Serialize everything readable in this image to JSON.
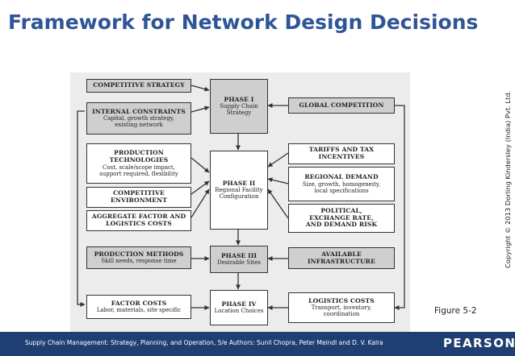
{
  "slide": {
    "title": "Framework for Network Design Decisions",
    "figure_caption": "Figure 5-2",
    "copyright": "Copyright © 2013 Dorling Kindersley (India) Pvt. Ltd.",
    "footer_text": "Supply Chain Management: Strategy, Planning, and Operation, 5/e Authors: Sunil Chopra, Peter Meindl and D. V. Kalra",
    "brand": "PEARSON"
  },
  "diagram": {
    "left_column": {
      "competitive_strategy": {
        "title": "COMPETITIVE STRATEGY"
      },
      "internal_constraints": {
        "title": "INTERNAL CONSTRAINTS",
        "sub1": "Capital, growth strategy,",
        "sub2": "existing network"
      },
      "production_technologies": {
        "title1": "PRODUCTION",
        "title2": "TECHNOLOGIES",
        "sub1": "Cost, scale/scope impact,",
        "sub2": "support required, flexibility"
      },
      "competitive_environment": {
        "title1": "COMPETITIVE",
        "title2": "ENVIRONMENT"
      },
      "aggregate_factor": {
        "title1": "AGGREGATE FACTOR AND",
        "title2": "LOGISTICS COSTS"
      },
      "production_methods": {
        "title": "PRODUCTION METHODS",
        "sub": "Skill needs, response time"
      },
      "factor_costs": {
        "title": "FACTOR COSTS",
        "sub": "Labor, materials, site specific"
      }
    },
    "phases": {
      "phase1": {
        "title": "PHASE I",
        "sub1": "Supply Chain",
        "sub2": "Strategy"
      },
      "phase2": {
        "title": "PHASE II",
        "sub1": "Regional Facility",
        "sub2": "Configuration"
      },
      "phase3": {
        "title": "PHASE III",
        "sub": "Desirable Sites"
      },
      "phase4": {
        "title": "PHASE IV",
        "sub": "Location Choices"
      }
    },
    "right_column": {
      "global_competition": {
        "title": "GLOBAL COMPETITION"
      },
      "tariffs": {
        "title1": "TARIFFS AND TAX",
        "title2": "INCENTIVES"
      },
      "regional_demand": {
        "title": "REGIONAL DEMAND",
        "sub1": "Size, growth, homogeneity,",
        "sub2": "local specifications"
      },
      "political": {
        "title1": "POLITICAL,",
        "title2": "EXCHANGE RATE,",
        "title3": "AND DEMAND RISK"
      },
      "available_infrastructure": {
        "title1": "AVAILABLE",
        "title2": "INFRASTRUCTURE"
      },
      "logistics_costs": {
        "title": "LOGISTICS COSTS",
        "sub1": "Transport, inventory,",
        "sub2": "coordination"
      }
    }
  }
}
